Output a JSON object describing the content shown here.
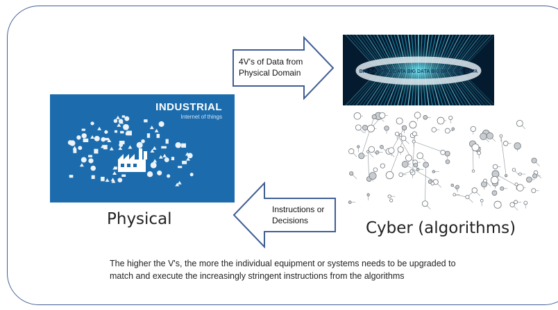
{
  "arrows": {
    "to_cyber_text": [
      "4V's of Data from",
      "Physical Domain"
    ],
    "to_physical_text": [
      "Instructions or",
      "Decisions"
    ]
  },
  "physical": {
    "panel_title": "INDUSTRIAL",
    "panel_subtitle": "Internet of things",
    "label": "Physical"
  },
  "cyber": {
    "ring_text": "BIG DATA BIG DATA BIG DATA BIG DATA BIG DATA",
    "label": "Cyber (algorithms)"
  },
  "caption": [
    "The higher the V's, the more the individual equipment or systems needs to be upgraded to",
    "match and execute the increasingly stringent instructions from the algorithms"
  ],
  "colors": {
    "frame": "#3f5d93",
    "arrow_outline": "#3f5d93",
    "industrial_blue": "#1c6cad",
    "bigdata_bg": "#041a2e",
    "bigdata_glow": "#38d3e0"
  }
}
